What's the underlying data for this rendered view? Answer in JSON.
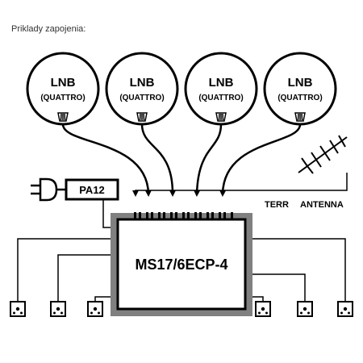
{
  "caption": "Priklady zapojenia:",
  "lnb_units": [
    {
      "label": "LNB",
      "sublabel": "(QUATTRO)"
    },
    {
      "label": "LNB",
      "sublabel": "(QUATTRO)"
    },
    {
      "label": "LNB",
      "sublabel": "(QUATTRO)"
    },
    {
      "label": "LNB",
      "sublabel": "(QUATTRO)"
    }
  ],
  "power_supply": {
    "label": "PA12"
  },
  "antenna": {
    "label_left": "TERR",
    "label_right": "ANTENNA"
  },
  "multiswitch": {
    "label": "MS17/6ECP-4"
  },
  "outlets": {
    "count": 6,
    "icon": "tv-outlet-icon"
  },
  "colors": {
    "line": "#000000",
    "connector": "#808080",
    "background": "#ffffff"
  }
}
